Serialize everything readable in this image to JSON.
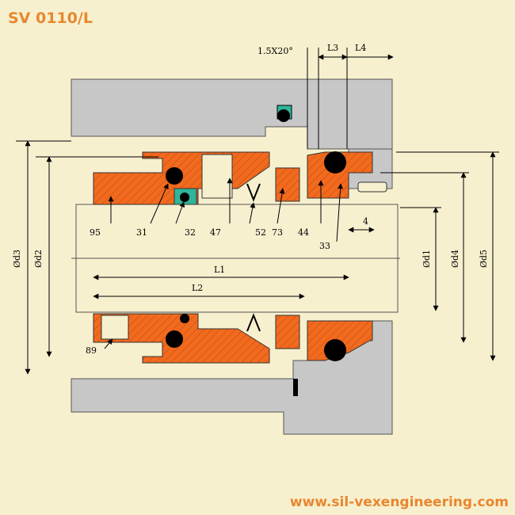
{
  "title": "SV 0110/L",
  "footer": "www.sil-vexengineering.com",
  "colors": {
    "background": "#f7f0cf",
    "housing": "#c7c7c7",
    "seal_parts": "#f26a1e",
    "accent_text": "#e8872f"
  },
  "dimensions": {
    "chamfer": "1.5X20°",
    "L3": "L3",
    "L4": "L4",
    "L1": "L1",
    "L2": "L2",
    "d1": "Ød1",
    "d2": "Ød2",
    "d3": "Ød3",
    "d4": "Ød4",
    "d5": "Ød5",
    "four": "4"
  },
  "part_labels": {
    "p95": "95",
    "p31": "31",
    "p32": "32",
    "p47": "47",
    "p52": "52",
    "p73": "73",
    "p44": "44",
    "p33": "33",
    "p89": "89"
  }
}
